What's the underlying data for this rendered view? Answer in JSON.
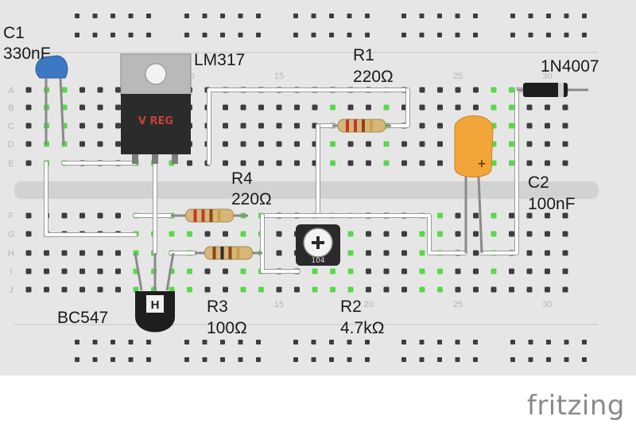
{
  "breadboard": {
    "row_letters": [
      "A",
      "B",
      "C",
      "D",
      "E",
      "F",
      "G",
      "H",
      "I",
      "J"
    ],
    "column_numbers": [
      "10",
      "15",
      "20",
      "25",
      "30"
    ],
    "column_numbers_partial": [
      "15",
      "20",
      "25",
      "30"
    ]
  },
  "components": {
    "c1": {
      "name": "C1",
      "value": "330nF"
    },
    "regulator": {
      "name": "LM317",
      "marking": "V REG"
    },
    "r1": {
      "name": "R1",
      "value": "220Ω"
    },
    "diode": {
      "name": "1N4007"
    },
    "r4": {
      "name": "R4",
      "value": "220Ω"
    },
    "c2": {
      "name": "C2",
      "value": "100nF",
      "polarity": "+"
    },
    "transistor": {
      "name": "BC547",
      "marking": "H"
    },
    "r3": {
      "name": "R3",
      "value": "100Ω"
    },
    "r2": {
      "name": "R2",
      "value": "4.7kΩ",
      "marking": "104"
    }
  },
  "brand": "fritzing",
  "colors": {
    "board": "#e6e6e6",
    "hole": "#3d3d3d",
    "wire": "#ffffff",
    "active_hole": "#59d84a",
    "regulator_body": "#2b2b2b",
    "c1_body": "#3d78c2",
    "c2_body": "#f2a63a",
    "resistor_body": "#d7b67a"
  }
}
